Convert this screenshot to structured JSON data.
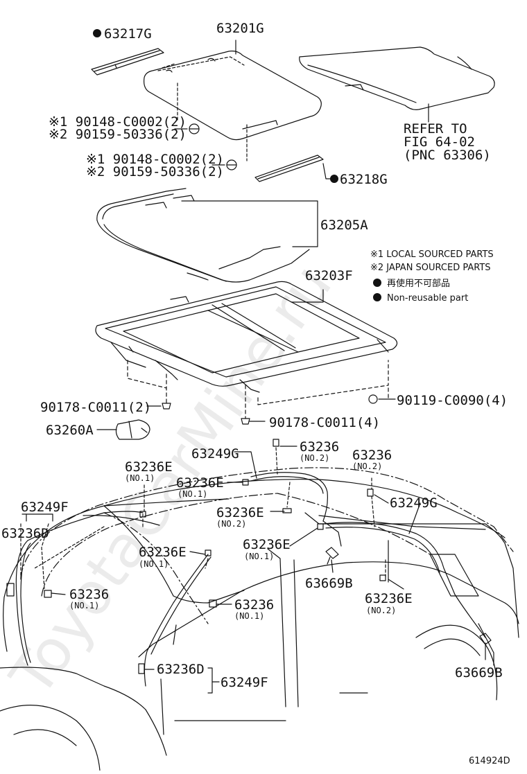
{
  "diagram_id": "614924D",
  "watermark": "ToyotaCarMine.ru",
  "refer_note": [
    "REFER TO",
    "FIG 64-02",
    "(PNC 63306)"
  ],
  "legend": {
    "local": "※1 LOCAL SOURCED PARTS",
    "japan": "※2 JAPAN SOURCED PARTS",
    "nonreusable_jp": "再使用不可部品",
    "nonreusable_en": "Non-reusable part"
  },
  "labels": {
    "p63217G": "63217G",
    "p63201G": "63201G",
    "bolt1a": "※1 90148-C0002(2)",
    "bolt1b": "※2 90159-50336(2)",
    "bolt2a": "※1 90148-C0002(2)",
    "bolt2b": "※2 90159-50336(2)",
    "p63218G": "63218G",
    "p63205A": "63205A",
    "p63203F": "63203F",
    "p90178a": "90178-C0011(2)",
    "p90119": "90119-C0090(4)",
    "p63260A": "63260A",
    "p90178b": "90178-C0011(4)",
    "p63249G_top": "63249G",
    "p63236_top": "63236",
    "no2_a": "(NO.2)",
    "p63236_right": "63236",
    "no2_b": "(NO.2)",
    "p63236E_a": "63236E",
    "no1_a": "(NO.1)",
    "p63236E_b": "63236E",
    "no1_b": "(NO.1)",
    "p63249G_right": "63249G",
    "p63249F_top": "63249F",
    "p63236D_top": "63236D",
    "p63236E_c": "63236E",
    "no2_c": "(NO.2)",
    "p63236E_d": "63236E",
    "no1_c": "(NO.1)",
    "p63236E_e": "63236E",
    "no1_d": "(NO.1)",
    "p63236_left": "63236",
    "no1_e": "(NO.1)",
    "p63669B_mid": "63669B",
    "p63236_mid": "63236",
    "no1_f": "(NO.1)",
    "p63236E_f": "63236E",
    "no2_d": "(NO.2)",
    "p63236D_bot": "63236D",
    "p63249F_bot": "63249F",
    "p63669B_right": "63669B"
  }
}
